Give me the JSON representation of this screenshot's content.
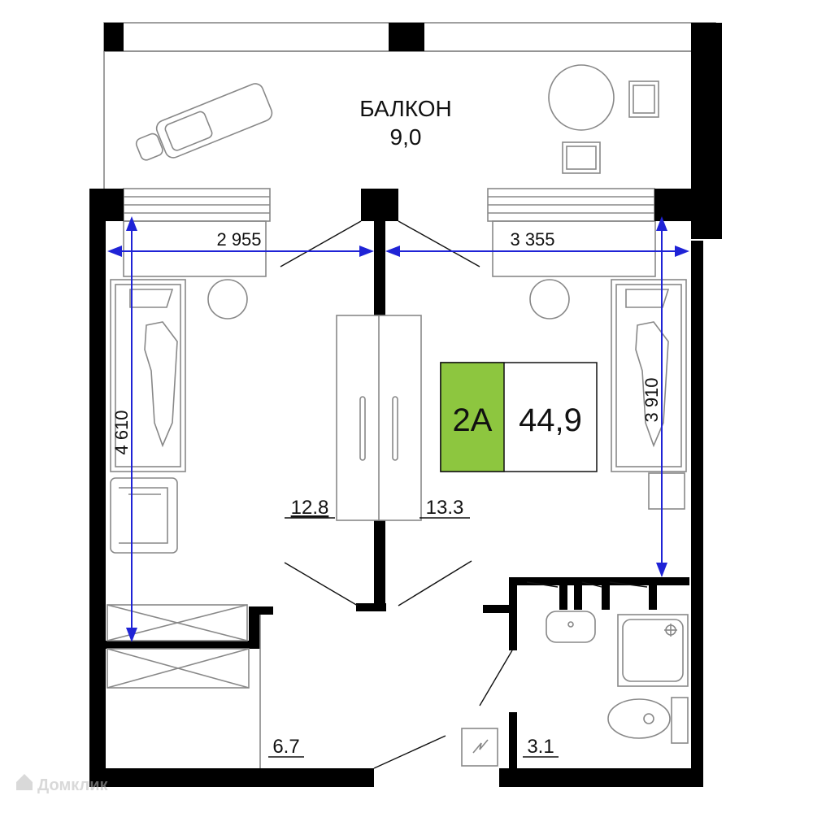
{
  "balcony": {
    "name": "БАЛКОН",
    "area": "9,0"
  },
  "apartment": {
    "type": "2А",
    "area": "44,9",
    "accent_color": "#8dc63f"
  },
  "rooms": {
    "room_left_area": "12.8",
    "room_right_area": "13.3",
    "hallway_area": "6.7",
    "bathroom_area": "3.1"
  },
  "dimensions": {
    "left_width": "2 955",
    "right_width": "3 355",
    "left_depth": "4 610",
    "right_depth": "3 910"
  },
  "watermark": "Домклик",
  "colors": {
    "dimension": "#1f23d6",
    "wall": "#000000",
    "furniture": "#888888"
  }
}
